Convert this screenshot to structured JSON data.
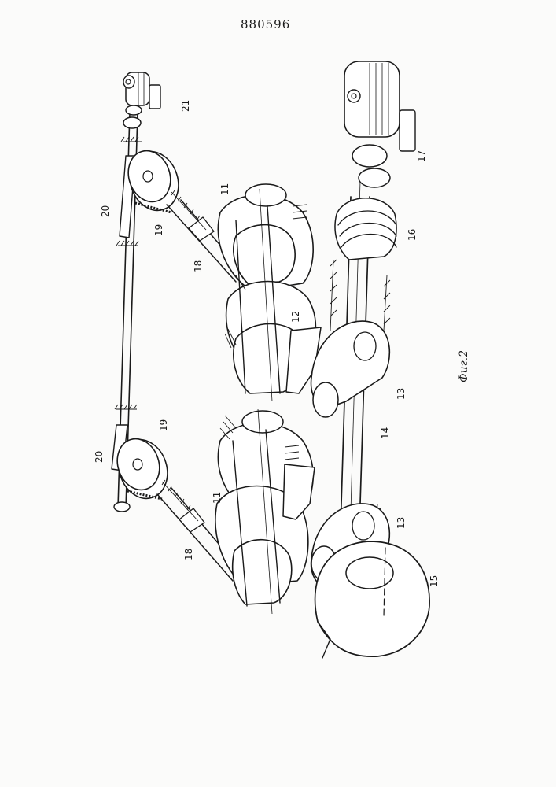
{
  "document": {
    "patent_number": "880596",
    "figure_caption": "Фиг.2"
  },
  "labels": {
    "l11a": "11",
    "l11b": "11",
    "l12": "12",
    "l13a": "13",
    "l13b": "13",
    "l14": "14",
    "l15": "15",
    "l16": "16",
    "l17": "17",
    "l18a": "18",
    "l18b": "18",
    "l19a": "19",
    "l19b": "19",
    "l20a": "20",
    "l20b": "20",
    "l21": "21"
  }
}
